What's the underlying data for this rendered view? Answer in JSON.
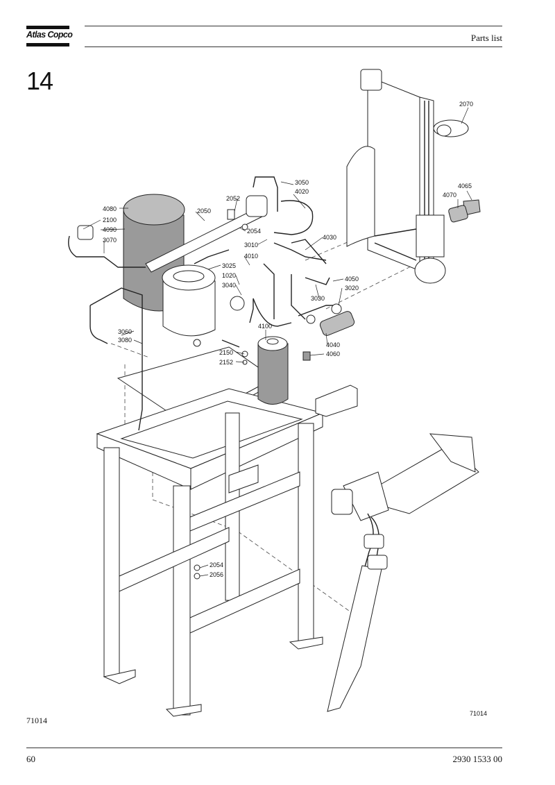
{
  "header": {
    "logo_text": "Atlas Copco",
    "title": "Parts list"
  },
  "section": {
    "number": "14"
  },
  "drawing": {
    "inner_ref": "71014",
    "callouts": {
      "c2070": "2070",
      "c3050": "3050",
      "c4020": "4020",
      "c4065": "4065",
      "c4070": "4070",
      "c2052": "2052",
      "c4080": "4080",
      "c2050": "2050",
      "c2100": "2100",
      "c4090": "4090",
      "c3070": "3070",
      "c2054a": "2054",
      "c3010": "3010",
      "c4030": "4030",
      "c4010": "4010",
      "c3025": "3025",
      "c1020": "1020",
      "c3040": "3040",
      "c4050": "4050",
      "c3020": "3020",
      "c3030": "3030",
      "c4100": "4100",
      "c3060": "3060",
      "c3080": "3080",
      "c4040": "4040",
      "c4060": "4060",
      "c2150": "2150",
      "c2152": "2152",
      "c2054b": "2054",
      "c2056": "2056"
    }
  },
  "footer": {
    "drawing_ref": "71014",
    "page_number": "60",
    "doc_number": "2930 1533 00"
  }
}
